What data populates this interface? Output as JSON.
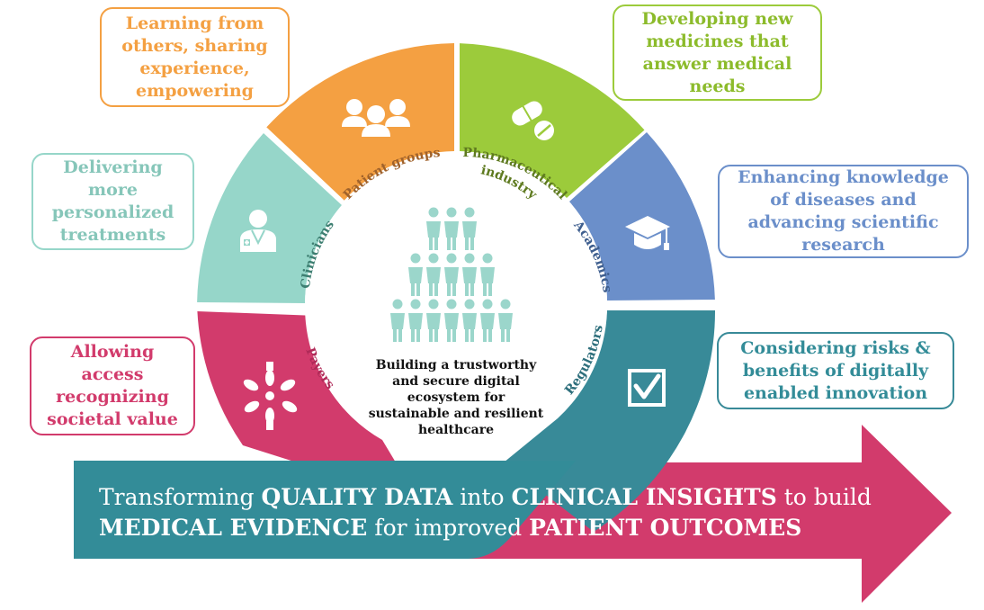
{
  "colors": {
    "patient_groups": "#f4a042",
    "pharma": "#9ccb3b",
    "academics": "#6b8fca",
    "regulators": "#388a98",
    "payers": "#d23b6c",
    "clinicians": "#96d6c9",
    "arrow": "#d23b6c",
    "banner": "#338c98",
    "people": "#9bd6cb"
  },
  "segments": {
    "patient_groups": {
      "label": "Patient groups",
      "icon": "people-group-icon"
    },
    "pharma": {
      "label_line1": "Pharmaceutical",
      "label_line2": "industry",
      "icon": "pills-icon"
    },
    "academics": {
      "label": "Academics",
      "icon": "graduation-cap-icon"
    },
    "regulators": {
      "label": "Regulators",
      "icon": "checkbox-icon"
    },
    "payers": {
      "label": "Payers",
      "icon": "hands-circle-icon"
    },
    "clinicians": {
      "label": "Clinicians",
      "icon": "doctor-icon"
    }
  },
  "center": {
    "lines": [
      "Building a trustworthy",
      "and secure digital",
      "ecosystem for",
      "sustainable and resilient",
      "healthcare"
    ]
  },
  "callouts": {
    "patient_groups": [
      "Learning from",
      "others, sharing",
      "experience,",
      "empowering"
    ],
    "pharma": [
      "Developing new",
      "medicines that",
      "answer medical",
      "needs"
    ],
    "academics": [
      "Enhancing knowledge",
      "of diseases and",
      "advancing scientific",
      "research"
    ],
    "regulators": [
      "Considering risks &",
      "benefits of digitally",
      "enabled innovation"
    ],
    "payers": [
      "Allowing",
      "access",
      "recognizing",
      "societal value"
    ],
    "clinicians": [
      "Delivering",
      "more",
      "personalized",
      "treatments"
    ]
  },
  "banner": {
    "line1_a": "Transforming ",
    "line1_b": "QUALITY DATA",
    "line1_c": " into ",
    "line1_d": "CLINICAL INSIGHTS",
    "line1_e": " to build",
    "line2_a": "MEDICAL EVIDENCE",
    "line2_b": " for improved ",
    "line2_c": "PATIENT OUTCOMES"
  }
}
